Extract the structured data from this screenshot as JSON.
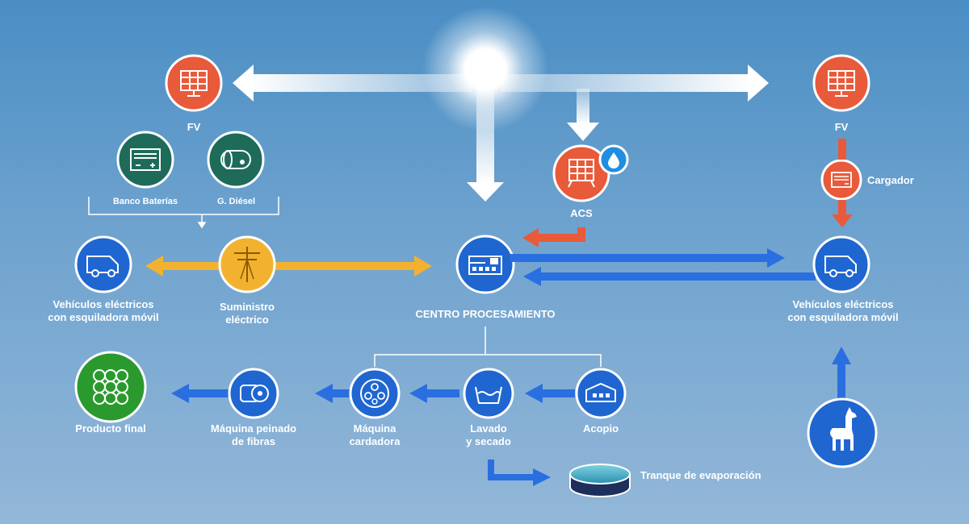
{
  "colors": {
    "solar_orange": "#e85a3a",
    "battery_green": "#1e6b5a",
    "grid_yellow": "#f2b230",
    "process_blue": "#1f66d1",
    "product_green": "#2a9a2e",
    "arrow_blue": "#2a6fe0",
    "arrow_orange": "#e85a3a",
    "sunlight_white": "#ffffff"
  },
  "labels": {
    "fv_left": "FV",
    "fv_right": "FV",
    "banco_baterias": "Banco Baterías",
    "g_diesel": "G. Diésel",
    "acs": "ACS",
    "cargador": "Cargador",
    "vehiculos_left": "Vehículos eléctricos\ncon esquiladora móvil",
    "suministro": "Suministro\neléctrico",
    "centro": "CENTRO PROCESAMIENTO",
    "vehiculos_right": "Vehículos eléctricos\ncon esquiladora móvil",
    "producto_final": "Producto final",
    "maquina_peinado": "Máquina peinado\nde fibras",
    "maquina_cardadora": "Máquina\ncardadora",
    "lavado": "Lavado\ny secado",
    "acopio": "Acopio",
    "tranque": "Tranque de evaporación"
  },
  "icons": {
    "sun": "sun-icon",
    "solar_panel": "solar-panel-icon",
    "battery": "battery-icon",
    "diesel_tank": "diesel-tank-icon",
    "water_drop": "water-drop-icon",
    "charger": "charger-icon",
    "van": "van-icon",
    "power_pole": "power-pole-icon",
    "factory": "factory-icon",
    "yarn": "yarn-icon",
    "fiber_roll": "fiber-roll-icon",
    "carding": "carding-machine-icon",
    "wash_tub": "wash-tub-icon",
    "warehouse": "warehouse-icon",
    "llama": "llama-icon",
    "pond": "evaporation-pond-icon"
  }
}
